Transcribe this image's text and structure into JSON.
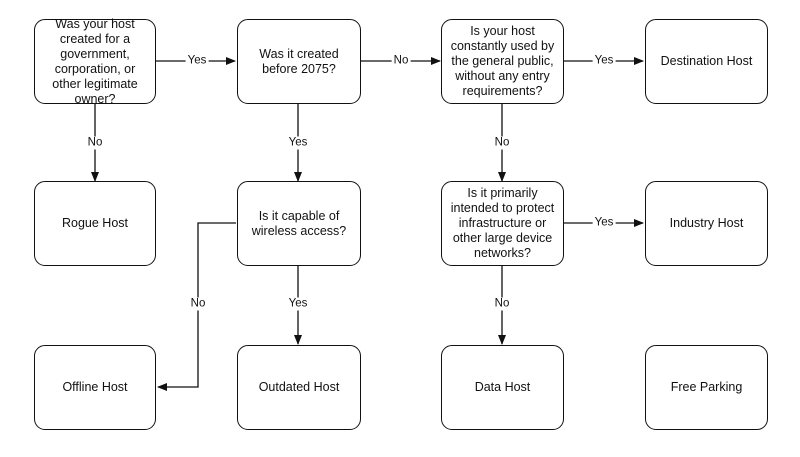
{
  "nodes": {
    "q_owner": "Was your host created for a government, corporation, or other legitimate owner?",
    "q_before_2075": "Was it created before 2075?",
    "q_public": "Is your host constantly used by the general public, without any entry requirements?",
    "destination_host": "Destination Host",
    "rogue_host": "Rogue Host",
    "q_wireless": "Is it capable of wireless access?",
    "q_protect": "Is it primarily intended to protect infrastructure or other large device networks?",
    "industry_host": "Industry Host",
    "offline_host": "Offline Host",
    "outdated_host": "Outdated Host",
    "data_host": "Data Host",
    "free_parking": "Free Parking"
  },
  "edge_labels": {
    "owner_yes": "Yes",
    "owner_no": "No",
    "before_no": "No",
    "before_yes": "Yes",
    "public_yes": "Yes",
    "public_no": "No",
    "wireless_no": "No",
    "wireless_yes": "Yes",
    "protect_yes": "Yes",
    "protect_no": "No"
  }
}
